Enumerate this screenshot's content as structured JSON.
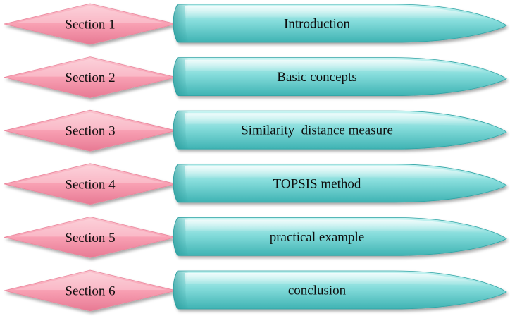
{
  "rows": [
    {
      "section": "Section 1",
      "topic": "Introduction"
    },
    {
      "section": "Section 2",
      "topic": "Basic concepts"
    },
    {
      "section": "Section 3",
      "topic": "Similarity  distance measure"
    },
    {
      "section": "Section 4",
      "topic": "TOPSIS method"
    },
    {
      "section": "Section 5",
      "topic": "practical example"
    },
    {
      "section": "Section 6",
      "topic": "conclusion"
    }
  ],
  "colors": {
    "diamond_light": "#fbc4cf",
    "diamond_mid": "#f8a0b3",
    "diamond_dark": "#e77993",
    "bullet_light": "#c9f4f2",
    "bullet_mid": "#85dcdb",
    "bullet_dark": "#3fb3b3"
  }
}
